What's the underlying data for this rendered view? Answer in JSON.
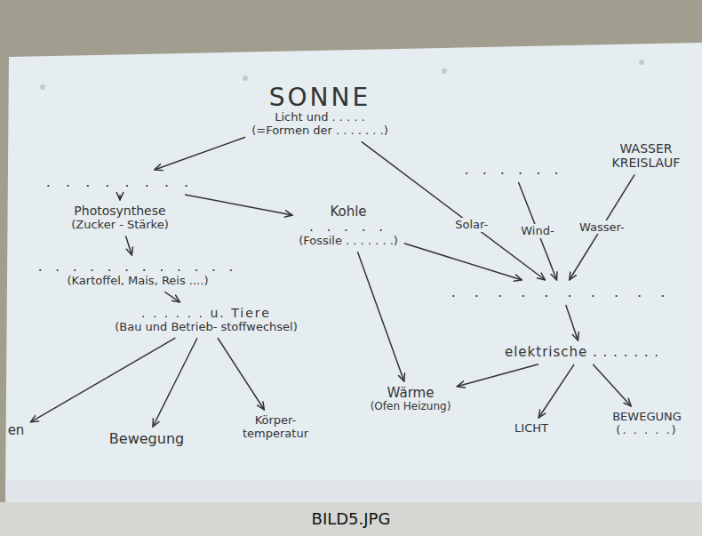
{
  "diagram": {
    "caption": "BILD5.JPG",
    "nodes": [
      {
        "text": [
          "SONNE",
          "Licht und . . . . .",
          "(=Formen der . . . . . . .)"
        ]
      },
      {
        "text": [
          "WASSER KREISLAUF"
        ]
      },
      {
        "text": [
          ". . . . . ."
        ]
      },
      {
        "text": [
          ". . . . . . . ."
        ]
      },
      {
        "text": [
          "Photosynthese",
          "(Zucker - Stärke)"
        ]
      },
      {
        "text": [
          "Kohle",
          ". . . . .",
          "(Fossile . . . . . . .)"
        ]
      },
      {
        "text": [
          ". . . . . . . . . . . .",
          "(Kartoffel, Mais, Reis ....)"
        ]
      },
      {
        "text": [
          ". . . . . . . . . ."
        ]
      },
      {
        "text": [
          ". . . . . . u. Tiere",
          "(Bau und Betrieb- stoffwechsel)"
        ]
      },
      {
        "text": [
          "elektrische . . . . . . ."
        ]
      },
      {
        "text": [
          "Wärme",
          "(Ofen Heizung)"
        ]
      },
      {
        "text": [
          "en"
        ]
      },
      {
        "text": [
          "Bewegung"
        ]
      },
      {
        "text": [
          "Körper- temperatur"
        ]
      },
      {
        "text": [
          "LICHT"
        ]
      },
      {
        "text": [
          "BEWEGUNG",
          "(. . . . .)"
        ]
      }
    ],
    "edges": [
      {
        "from": 0,
        "to": 3,
        "arrow": "to"
      },
      {
        "from": 0,
        "to": 7,
        "label": "Solar-",
        "arrow": "to"
      },
      {
        "from": 2,
        "to": 7,
        "label": "Wind-",
        "arrow": "to"
      },
      {
        "from": 1,
        "to": 7,
        "label": "Wasser-",
        "arrow": "to"
      },
      {
        "from": 3,
        "to": 4,
        "arrow": "to"
      },
      {
        "from": 3,
        "to": 5,
        "arrow": "to"
      },
      {
        "from": 4,
        "to": 6,
        "arrow": "to"
      },
      {
        "from": 6,
        "to": 8,
        "arrow": "to"
      },
      {
        "from": 5,
        "to": 10,
        "arrow": "to"
      },
      {
        "from": 5,
        "to": 7,
        "arrow": "to"
      },
      {
        "from": 7,
        "to": 9,
        "arrow": "to"
      },
      {
        "from": 8,
        "to": 11,
        "arrow": "to"
      },
      {
        "from": 8,
        "to": 12,
        "arrow": "to"
      },
      {
        "from": 8,
        "to": 13,
        "arrow": "to"
      },
      {
        "from": 9,
        "to": 10,
        "arrow": "to"
      },
      {
        "from": 9,
        "to": 14,
        "arrow": "to"
      },
      {
        "from": 9,
        "to": 15,
        "arrow": "to"
      }
    ]
  }
}
